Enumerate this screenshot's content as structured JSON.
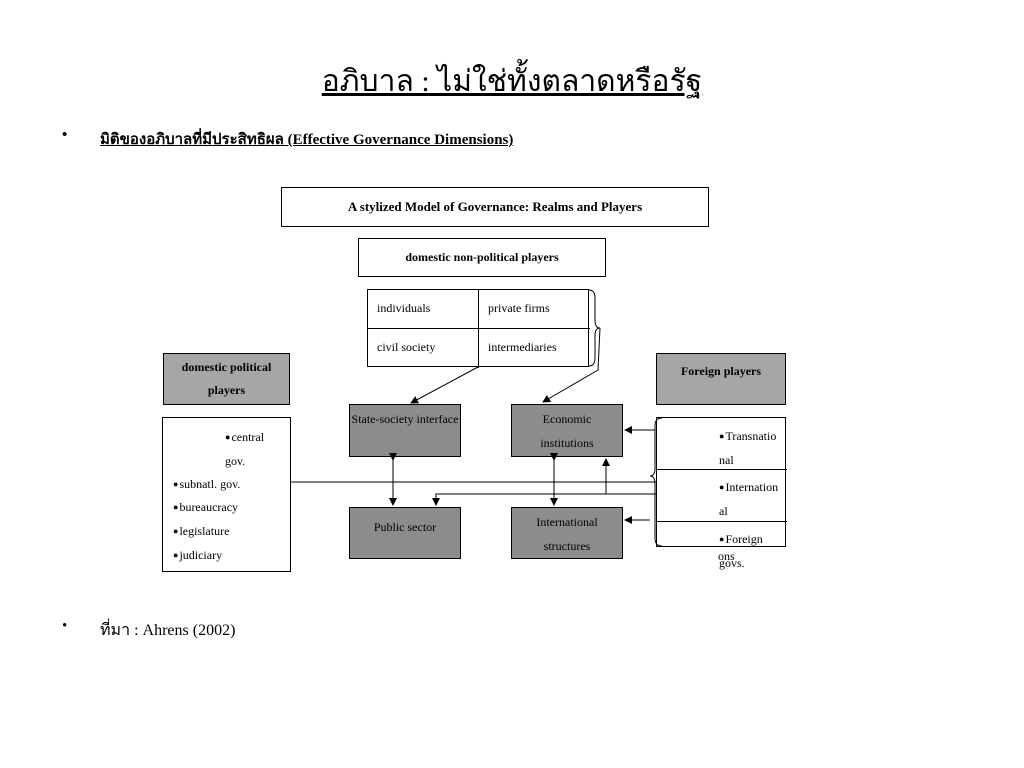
{
  "slide": {
    "title": "อภิบาล : ไม่ใช่ทั้งตลาดหรือรัฐ",
    "bullet_glyph": "•",
    "bullet1": "มิติของอภิบาลที่มีประสิทธิผล (Effective Governance Dimensions)",
    "bullet2": "ที่มา :  Ahrens (2002)"
  },
  "diagram": {
    "header": "A stylized Model of Governance: Realms and Players",
    "nonpolitical": {
      "title": "domestic non-political players",
      "cells": [
        "individuals",
        "private firms",
        "civil society",
        "intermediaries"
      ]
    },
    "political": {
      "title": "domestic political players",
      "items": [
        "central gov.",
        "subnatl. gov.",
        "bureaucracy",
        "legislature",
        "judiciary"
      ]
    },
    "foreign": {
      "title": "Foreign players",
      "items": [
        "Transnational",
        "International",
        "Foreign govs.",
        "ons"
      ]
    },
    "nodes": {
      "state_society": "State-society interface",
      "economic": "Economic institutions",
      "public": "Public sector",
      "international": "International structures"
    },
    "bullet_dot": "●"
  }
}
